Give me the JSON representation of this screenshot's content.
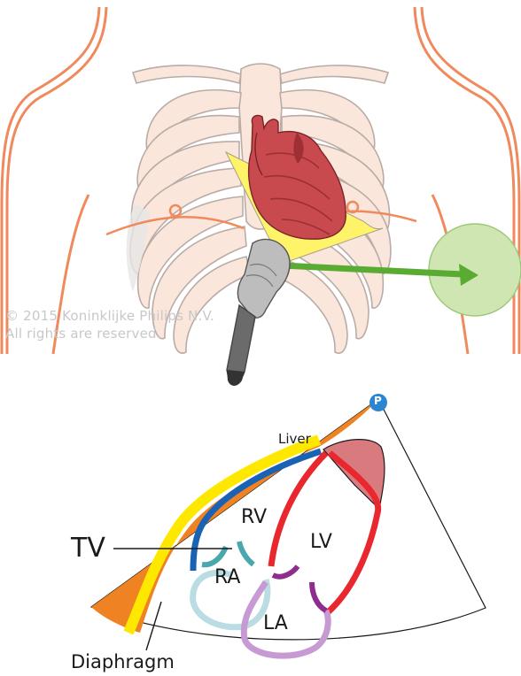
{
  "copyright": {
    "line1": "© 2015 Koninklijke Philips N.V.",
    "line2": "All rights are reserved."
  },
  "diagram": {
    "marker": "P",
    "labels": {
      "liver": "Liver",
      "rv": "RV",
      "lv": "LV",
      "ra": "RA",
      "la": "LA",
      "tv": "TV",
      "diaphragm": "Diaphragm"
    }
  },
  "colors": {
    "skin": "#f6ddd0",
    "body_outline": "#f08a5d",
    "bone": "#fbe6dc",
    "bone_outline": "#b9aca6",
    "heart": "#c8494e",
    "heart_dark": "#9e2f35",
    "ultrasound_plane": "#fff36a",
    "beam_arrow": "#5aab32",
    "target_circle": "#cfe6b3",
    "probe": "#7f7f7f",
    "liver": "#ef8222",
    "diaphragm": "#ffe800",
    "pericardium": "#1a62b3",
    "lv_wall": "#e8282e",
    "la_wall": "#c79ad4",
    "ra_wall": "#b9dde2",
    "valve_teal": "#4aa8ad",
    "valve_purple": "#8e2d8f",
    "marker": "#2a86d1"
  }
}
